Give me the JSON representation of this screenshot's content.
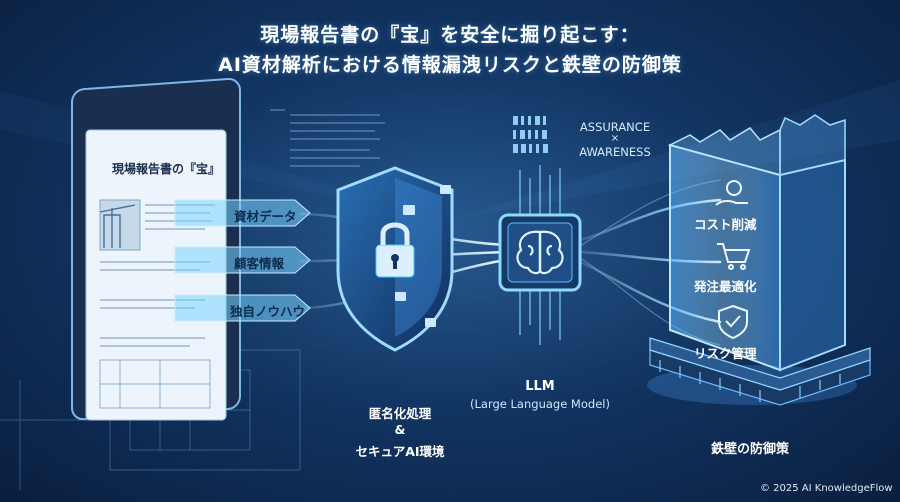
{
  "title": {
    "line1": "現場報告書の『宝』を安全に掘り起こす：",
    "line2": "AI資材解析における情報漏洩リスクと鉄壁の防御策"
  },
  "report": {
    "title": "現場報告書の『宝』",
    "items": [
      "資材データ",
      "顧客情報",
      "独自ノウハウ"
    ]
  },
  "shield": {
    "caption_1": "匿名化処理",
    "caption_2": "&",
    "caption_3": "セキュアAI環境"
  },
  "llm": {
    "title": "LLM",
    "subtitle": "(Large Language Model)"
  },
  "assurance": {
    "line1": "ASSURANCE",
    "sep": "×",
    "line2": "AWARENESS"
  },
  "tower": {
    "items": [
      "コスト削減",
      "発注最適化",
      "リスク管理"
    ],
    "caption": "鉄壁の防御策"
  },
  "copyright": "© 2025 AI KnowledgeFlow",
  "colors": {
    "accent": "#4fc3ff",
    "background": "#123563",
    "glow": "#8fd8ff"
  }
}
